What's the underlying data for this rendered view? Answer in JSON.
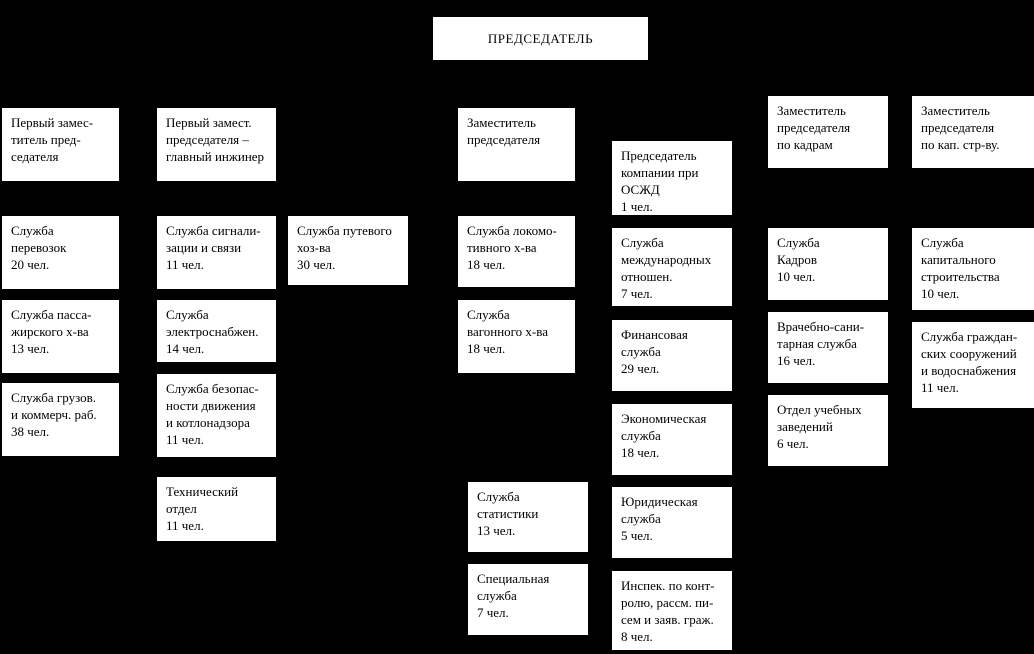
{
  "page": {
    "background_color": "#000000",
    "box_fill_color": "#ffffff",
    "text_color": "#000000"
  },
  "root_box": {
    "label": "ПРЕДСЕДАТЕЛЬ"
  },
  "columns": [
    {
      "id": "first-deputy-chairman",
      "boxes": [
        {
          "text": "Первый замес-\nтитель пред-\nседателя"
        },
        {
          "text": "Служба\nперевозок\n20 чел."
        },
        {
          "text": "Служба пасса-\nжирского х-ва\n13 чел."
        },
        {
          "text": "Служба грузов.\nи коммерч. раб.\n38 чел."
        }
      ]
    },
    {
      "id": "first-deputy-chief-engineer",
      "boxes": [
        {
          "text": "Первый замест.\nпредседателя –\nглавный инжинер"
        },
        {
          "text": "Служба сигнали-\nзации и связи\n11 чел."
        },
        {
          "text": "Служба\nэлектроснабжен.\n14 чел."
        },
        {
          "text": "Служба безопас-\nности движения\nи котлонадзора\n11 чел."
        },
        {
          "text": "Технический\nотдел\n11 чел."
        }
      ]
    },
    {
      "id": "track-service",
      "boxes": [
        {
          "text": "Служба путевого\nхоз-ва\n30 чел."
        }
      ]
    },
    {
      "id": "deputy-chairman",
      "boxes": [
        {
          "text": "Заместитель\nпредседателя"
        },
        {
          "text": "Служба локомо-\nтивного х-ва\n18 чел."
        },
        {
          "text": "Служба\nвагонного х-ва\n18 чел."
        },
        {
          "text": "Служба\nстатистики\n13 чел."
        },
        {
          "text": "Специальная\nслужба\n7 чел."
        }
      ]
    },
    {
      "id": "central-services",
      "boxes": [
        {
          "text": "Председатель\nкомпании при\nОСЖД\n1 чел."
        },
        {
          "text": "Служба\nмеждународных\nотношен.\n7 чел."
        },
        {
          "text": "Финансовая\nслужба\n29 чел."
        },
        {
          "text": "Экономическая\nслужба\n18 чел."
        },
        {
          "text": "Юридическая\nслужба\n5 чел."
        },
        {
          "text": "Инспек. по конт-\nролю, рассм. пи-\nсем и заяв. граж.\n8 чел."
        }
      ]
    },
    {
      "id": "deputy-chairman-personnel",
      "boxes": [
        {
          "text": "Заместитель\nпредседателя\nпо кадрам"
        },
        {
          "text": "Служба\nКадров\n10 чел."
        },
        {
          "text": "Врачебно-сани-\nтарная служба\n16 чел."
        },
        {
          "text": "Отдел учебных\nзаведений\n6 чел."
        }
      ]
    },
    {
      "id": "deputy-chairman-capital-construction",
      "boxes": [
        {
          "text": "Заместитель\nпредседателя\nпо кап. стр-ву."
        },
        {
          "text": "Служба\nкапитального\nстроительства\n10 чел."
        },
        {
          "text": "Служба граждан-\nских сооружений\nи водоснабжения\n11 чел."
        }
      ]
    }
  ]
}
